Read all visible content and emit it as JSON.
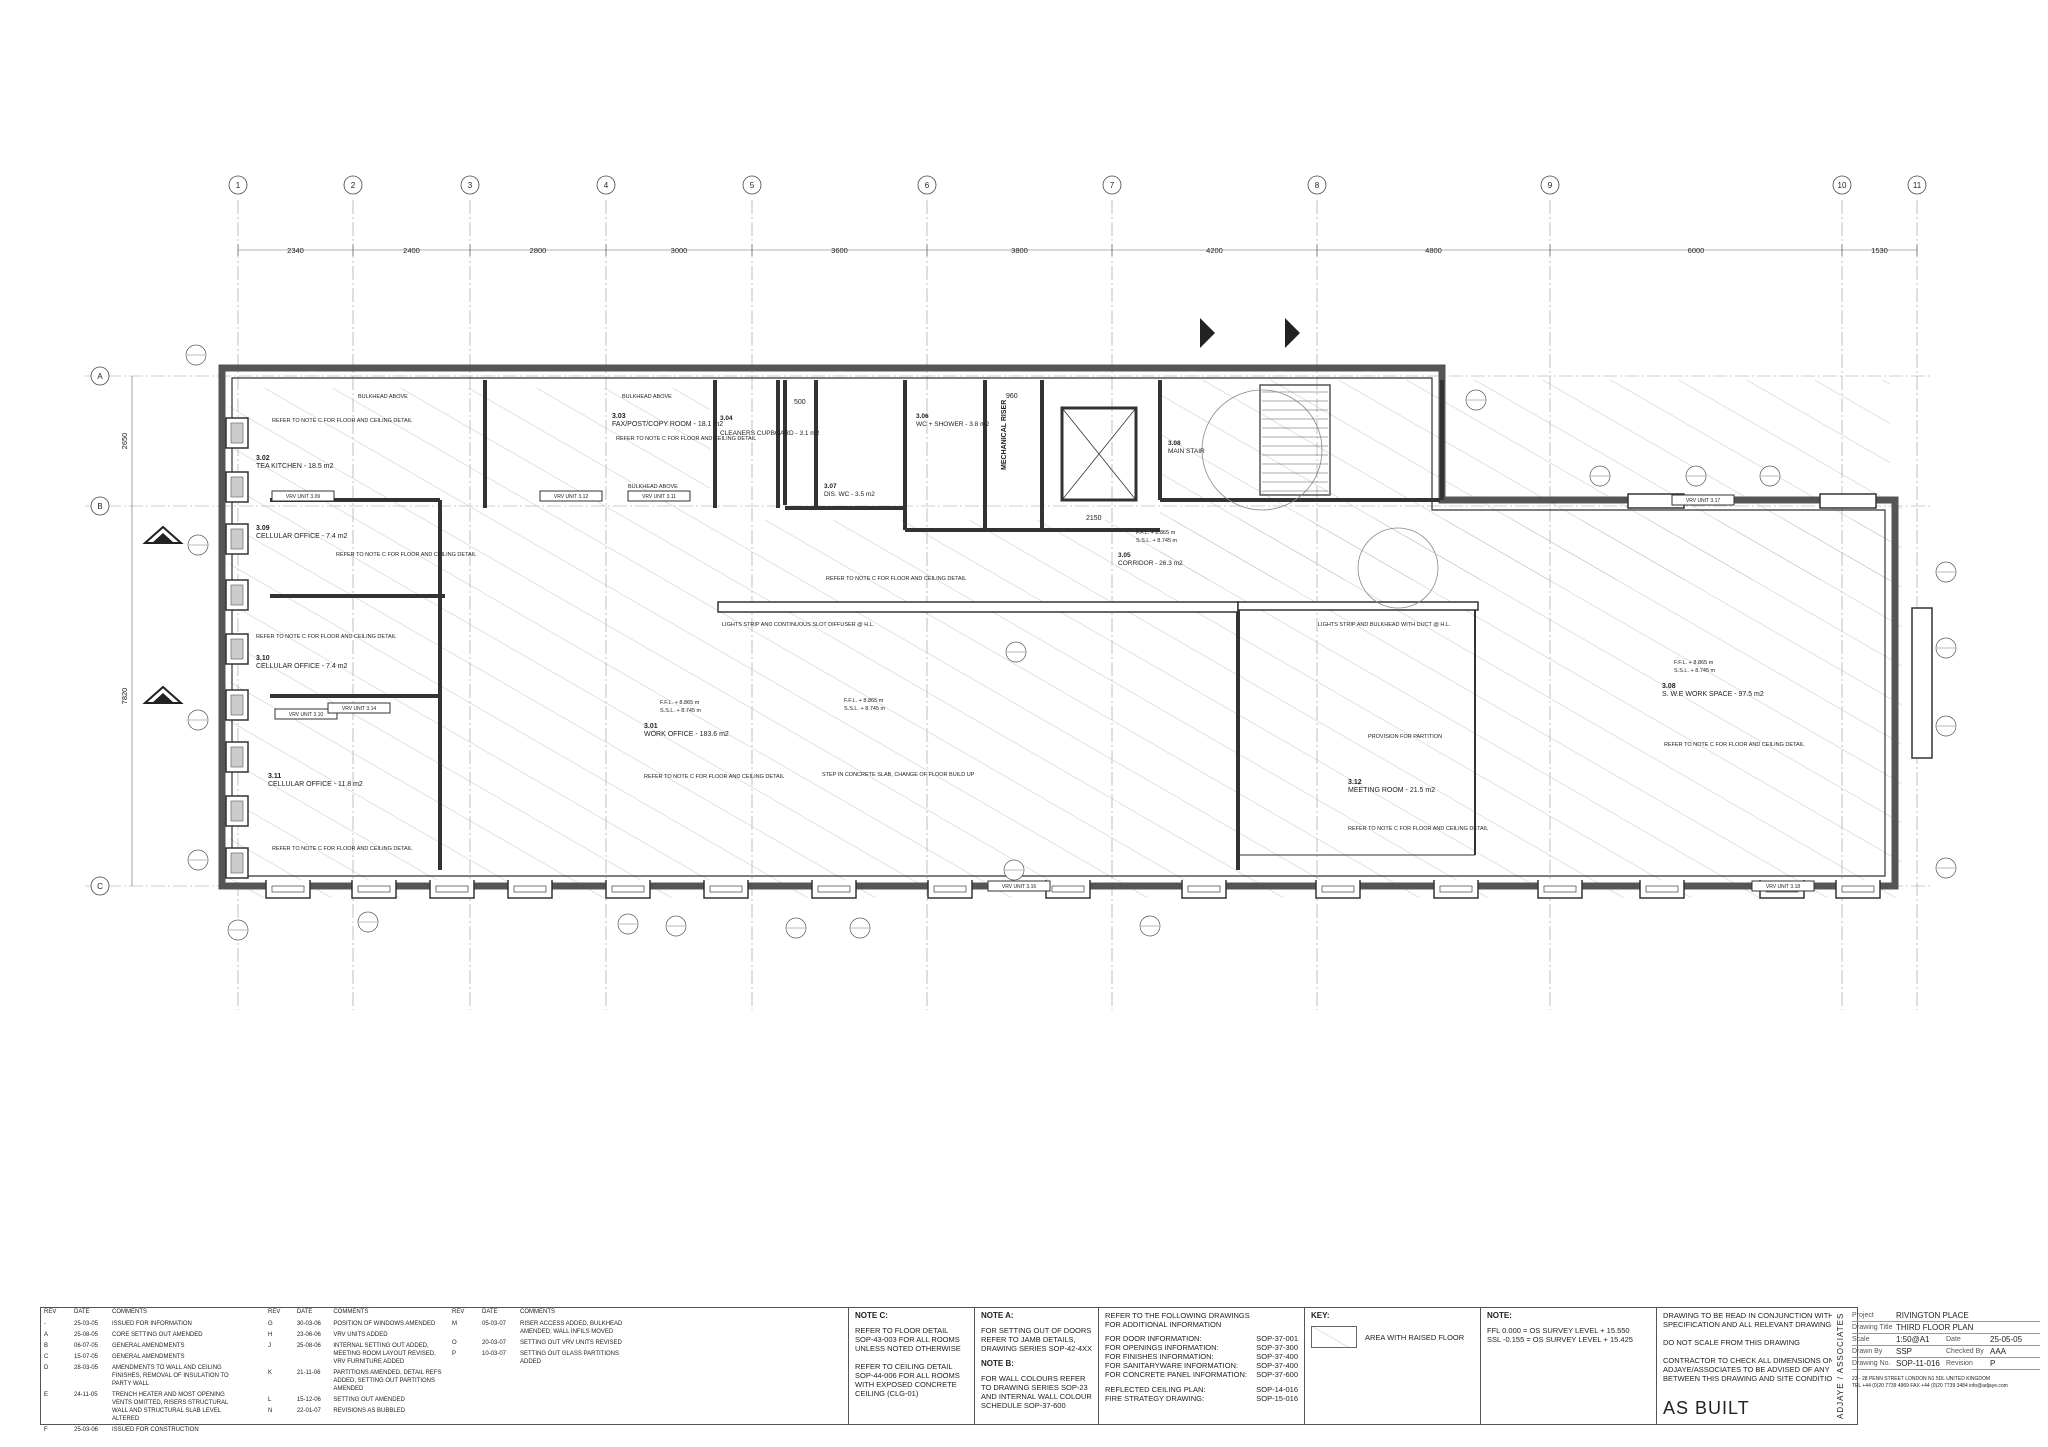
{
  "grid": {
    "columns": [
      "1",
      "2",
      "3",
      "4",
      "5",
      "6",
      "7",
      "8",
      "9",
      "10",
      "11"
    ],
    "dimensions": [
      "2340",
      "2400",
      "2800",
      "3000",
      "3600",
      "3800",
      "4200",
      "4800",
      "6000",
      "1530"
    ],
    "rows": [
      "A",
      "B",
      "C"
    ],
    "row_dimensions": [
      "2650",
      "7820"
    ]
  },
  "rooms": [
    {
      "number": "3.02",
      "name": "TEA KITCHEN - 18.5 m2"
    },
    {
      "number": "3.03",
      "name": "FAX/POST/COPY ROOM - 18.1 m2"
    },
    {
      "number": "3.04",
      "name": "CLEANERS CUPBOARD - 3.1 m2"
    },
    {
      "number": "3.06",
      "name": "WC + SHOWER - 3.8 m2"
    },
    {
      "number": "3.07",
      "name": "DIS. WC - 3.5 m2"
    },
    {
      "number": "3.08",
      "name": "MAIN STAIR"
    },
    {
      "number": "3.09",
      "name": "CELLULAR OFFICE - 7.4 m2"
    },
    {
      "number": "3.05",
      "name": "CORRIDOR - 26.3 m2"
    },
    {
      "number": "3.10",
      "name": "CELLULAR OFFICE - 7.4 m2"
    },
    {
      "number": "3.11",
      "name": "CELLULAR OFFICE - 11.8 m2"
    },
    {
      "number": "3.01",
      "name": "WORK OFFICE - 183.6 m2"
    },
    {
      "number": "3.12",
      "name": "MEETING ROOM - 21.5 m2"
    },
    {
      "number": "3.08",
      "name": "S. W.E WORK SPACE - 97.5 m2"
    }
  ],
  "annotations": {
    "refer_c": "REFER TO NOTE C FOR FLOOR AND CEILING DETAIL",
    "bulkhead_above": "BULKHEAD ABOVE",
    "lights_strip": "LIGHTS STRIP AND CONTINUOUS SLOT DIFFUSER @ H.L.",
    "lights_bulkhead": "LIGHTS STRIP AND BULKHEAD WITH DUCT @ H.L.",
    "mechanical_riser": "MECHANICAL RISER",
    "provision_partition": "PROVISION FOR PARTITION",
    "step_concrete": "STEP IN CONCRETE SLAB, CHANGE OF FLOOR BUILD UP",
    "vrv": [
      "VRV UNIT 3.09",
      "VRV UNIT 3.12",
      "VRV UNIT 3.11",
      "VRV UNIT 3.10",
      "VRV UNIT 3.14",
      "VRV UNIT 3.16",
      "VRV UNIT 3.17",
      "VRV UNIT 3.18"
    ],
    "ffl": "F.F.L. + 8.865 m",
    "ssl": "S.S.L. + 8.745 m",
    "dim_2150": "2150",
    "dim_960": "960",
    "dim_500": "500"
  },
  "revisions": {
    "headers": {
      "rev": "REV",
      "date": "DATE",
      "comments": "COMMENTS"
    },
    "col1": [
      {
        "rev": "-",
        "date": "25-03-05",
        "comment": "ISSUED FOR INFORMATION"
      },
      {
        "rev": "A",
        "date": "25-08-05",
        "comment": "CORE SETTING OUT AMENDED"
      },
      {
        "rev": "B",
        "date": "06-07-05",
        "comment": "GENERAL AMENDMENTS"
      },
      {
        "rev": "C",
        "date": "15-07-05",
        "comment": "GENERAL AMENDMENTS"
      },
      {
        "rev": "D",
        "date": "28-03-05",
        "comment": "AMENDMENTS TO WALL AND CEILING FINISHES, REMOVAL OF INSULATION TO PARTY WALL"
      },
      {
        "rev": "E",
        "date": "24-11-05",
        "comment": "TRENCH HEATER AND MOST OPENING VENTS OMITTED, RISERS STRUCTURAL WALL AND STRUCTURAL SLAB LEVEL ALTERED"
      },
      {
        "rev": "F",
        "date": "25-03-06",
        "comment": "ISSUED FOR CONSTRUCTION"
      }
    ],
    "col2": [
      {
        "rev": "G",
        "date": "30-03-06",
        "comment": "POSITION OF WINDOWS AMENDED"
      },
      {
        "rev": "H",
        "date": "23-06-06",
        "comment": "VRV UNITS ADDED"
      },
      {
        "rev": "J",
        "date": "25-08-06",
        "comment": "INTERNAL SETTING OUT ADDED, MEETING ROOM LAYOUT REVISED, VRV FURNITURE ADDED"
      },
      {
        "rev": "K",
        "date": "21-11-06",
        "comment": "PARTITIONS AMENDED, DETAIL REFS ADDED, SETTING OUT PARTITIONS AMENDED"
      },
      {
        "rev": "L",
        "date": "15-12-06",
        "comment": "SETTING OUT AMENDED"
      },
      {
        "rev": "N",
        "date": "22-01-07",
        "comment": "REVISIONS AS BUBBLED"
      }
    ],
    "col3": [
      {
        "rev": "M",
        "date": "05-03-07",
        "comment": "RISER ACCESS ADDED, BULKHEAD AMENDED, WALL INFILS MOVED"
      },
      {
        "rev": "O",
        "date": "20-03-07",
        "comment": "SETTING OUT VRV UNITS REVISED"
      },
      {
        "rev": "P",
        "date": "10-03-07",
        "comment": "SETTING OUT GLASS PARTITIONS ADDED"
      }
    ]
  },
  "notes": {
    "note_c_title": "NOTE C:",
    "note_c": [
      "REFER TO FLOOR DETAIL",
      "SOP-43-003 FOR ALL ROOMS",
      "UNLESS NOTED OTHERWISE",
      "",
      "REFER TO CEILING DETAIL",
      "SOP-44-006 FOR ALL ROOMS",
      "WITH EXPOSED CONCRETE",
      "CEILING (CLG-01)"
    ],
    "note_a_title": "NOTE A:",
    "note_a": [
      "FOR SETTING OUT OF DOORS",
      "REFER TO JAMB DETAILS,",
      "DRAWING SERIES SOP-42-4XX"
    ],
    "note_b_title": "NOTE B:",
    "note_b": [
      "FOR WALL COLOURS REFER",
      "TO DRAWING SERIES SOP-23",
      "AND INTERNAL WALL COLOUR",
      "SCHEDULE SOP-37-600"
    ],
    "refs_title": [
      "REFER TO THE FOLLOWING DRAWINGS",
      "FOR ADDITIONAL INFORMATION"
    ],
    "refs": [
      {
        "label": "FOR DOOR INFORMATION:",
        "ref": "SOP-37-001"
      },
      {
        "label": "FOR OPENINGS INFORMATION:",
        "ref": "SOP-37-300"
      },
      {
        "label": "FOR FINISHES INFORMATION:",
        "ref": "SOP-37-400"
      },
      {
        "label": "FOR SANITARYWARE INFORMATION:",
        "ref": "SOP-37-400"
      },
      {
        "label": "FOR CONCRETE PANEL INFORMATION:",
        "ref": "SOP-37-600"
      }
    ],
    "refs2": [
      {
        "label": "REFLECTED CEILING PLAN:",
        "ref": "SOP-14-016"
      },
      {
        "label": "FIRE STRATEGY DRAWING:",
        "ref": "SOP-15-016"
      }
    ],
    "key_title": "KEY:",
    "key_label": "AREA WITH RAISED FLOOR",
    "note_title": "NOTE:",
    "ffl_line": "FFL  0.000 = OS SURVEY LEVEL + 15.550",
    "ssl_line": "SSL -0.155 = OS SURVEY LEVEL + 15.425",
    "disclaimer": [
      "DRAWING TO BE READ IN CONJUNCTION WITH THE",
      "SPECIFICATION AND ALL RELEVANT DRAWINGS.",
      "",
      "DO NOT SCALE FROM THIS DRAWING",
      "",
      "CONTRACTOR TO CHECK ALL DIMENSIONS ON SITE.",
      "ADJAYE/ASSOCIATES TO BE ADVISED OF ANY DISCREPANCIES",
      "BETWEEN THIS DRAWING AND SITE CONDITIONS IMMEDIATELY"
    ],
    "as_built": "AS BUILT"
  },
  "title_block": {
    "firm": "ADJAYE / ASSOCIATES",
    "project_label": "Project",
    "project": "RIVINGTON PLACE",
    "title_label": "Drawing Title",
    "title": "THIRD FLOOR PLAN",
    "scale_label": "Scale",
    "scale": "1:50@A1",
    "date_label": "Date",
    "date": "25-05-05",
    "drawn_label": "Drawn By",
    "drawn": "SSP",
    "checked_label": "Checked By",
    "checked": "AAA",
    "number_label": "Drawing No.",
    "number": "SOP-11-016",
    "revision_label": "Revision",
    "revision": "P",
    "address": "23 - 28 PENN STREET  LONDON N1 5DL  UNITED KINGDOM",
    "contact": "TEL +44 (0)20 7739 4969   FAX +44 (0)20 7739 3484   info@adjaye.com"
  }
}
